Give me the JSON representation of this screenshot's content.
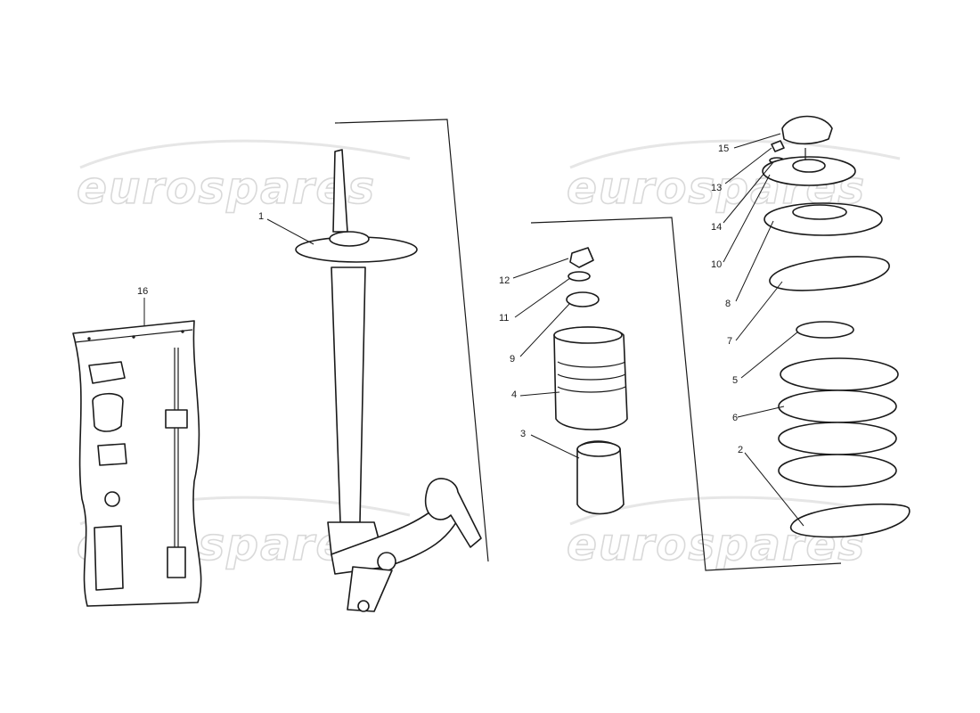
{
  "watermark": {
    "text": "eurospares"
  },
  "callouts": {
    "c1": "1",
    "c2": "2",
    "c3": "3",
    "c4": "4",
    "c5": "5",
    "c6": "6",
    "c7": "7",
    "c8": "8",
    "c9": "9",
    "c10": "10",
    "c11": "11",
    "c12": "12",
    "c13": "13",
    "c14": "14",
    "c15": "15",
    "c16": "16"
  }
}
